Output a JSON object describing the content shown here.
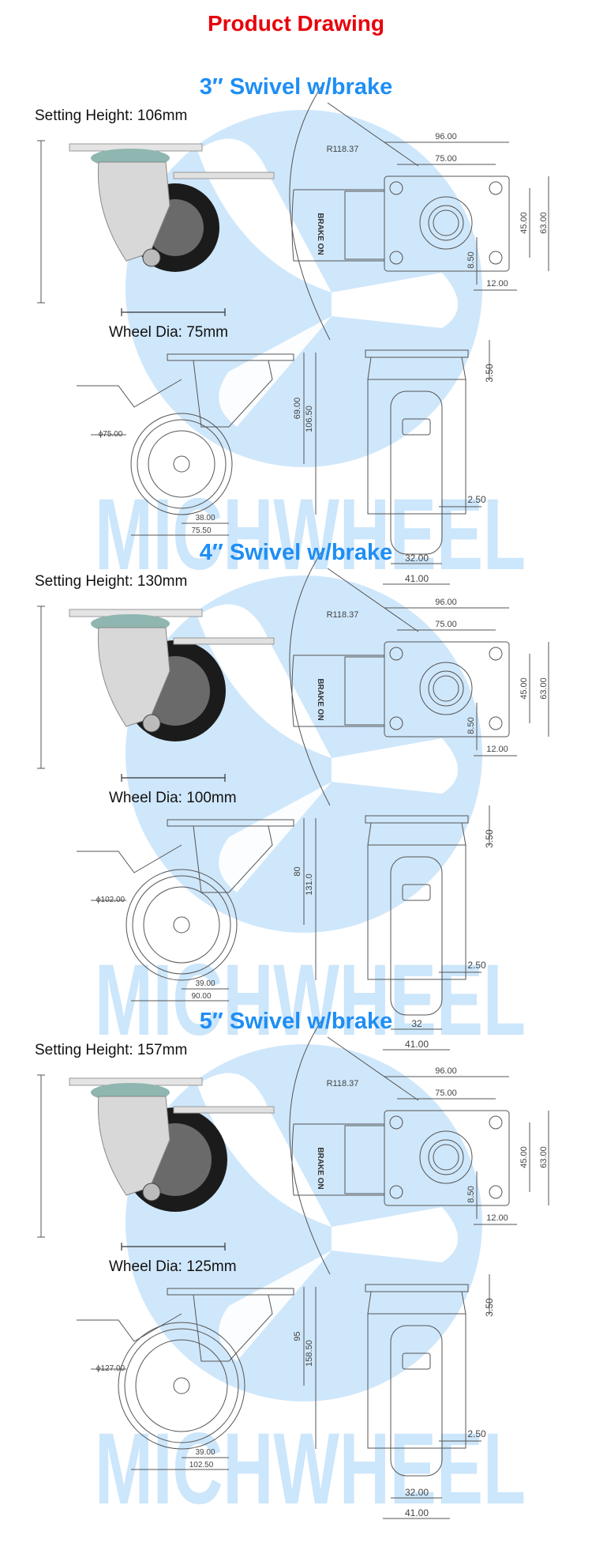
{
  "page": {
    "title": "Product Drawing",
    "watermark": "MICHWHEEL"
  },
  "colors": {
    "title": "#e8000b",
    "subtitle": "#1e8ef5",
    "watermark": "#cce6fb",
    "line": "#555555"
  },
  "sections": [
    {
      "title": "3″ Swivel w/brake",
      "setting_label": "Setting Height:",
      "setting_value": "106mm",
      "wheel_label": "Wheel Dia:",
      "wheel_value": "75mm",
      "brake_text": "BRAKE ON",
      "dims": {
        "radius": "R118.37",
        "plate_w": "96.00",
        "hole_w": "75.00",
        "hole_h": "45.00",
        "plate_h": "63.00",
        "edge_v": "8.50",
        "edge_h": "12.00",
        "dia": "ϕ75.00",
        "axle_h": "69.00",
        "total_h": "106.50",
        "offset": "38.00",
        "length": "75.50",
        "plate_t": "3.50",
        "gap": "2.50",
        "wheel_w": "32.00",
        "fork_w": "41.00"
      }
    },
    {
      "title": "4″ Swivel w/brake",
      "setting_label": "Setting Height:",
      "setting_value": "130mm",
      "wheel_label": "Wheel Dia:",
      "wheel_value": "100mm",
      "brake_text": "BRAKE ON",
      "dims": {
        "radius": "R118.37",
        "plate_w": "96.00",
        "hole_w": "75.00",
        "hole_h": "45.00",
        "plate_h": "63.00",
        "edge_v": "8.50",
        "edge_h": "12.00",
        "dia": "ϕ102.00",
        "axle_h": "80",
        "total_h": "131.0",
        "offset": "39.00",
        "length": "90.00",
        "plate_t": "3.50",
        "gap": "2.50",
        "wheel_w": "32",
        "fork_w": "41.00"
      }
    },
    {
      "title": "5″ Swivel w/brake",
      "setting_label": "Setting Height:",
      "setting_value": "157mm",
      "wheel_label": "Wheel Dia:",
      "wheel_value": "125mm",
      "brake_text": "BRAKE ON",
      "dims": {
        "radius": "R118.37",
        "plate_w": "96.00",
        "hole_w": "75.00",
        "hole_h": "45.00",
        "plate_h": "63.00",
        "edge_v": "8.50",
        "edge_h": "12.00",
        "dia": "ϕ127.00",
        "axle_h": "95",
        "total_h": "158.50",
        "offset": "39.00",
        "length": "102.50",
        "plate_t": "3.50",
        "gap": "2.50",
        "wheel_w": "32.00",
        "fork_w": "41.00"
      }
    }
  ]
}
